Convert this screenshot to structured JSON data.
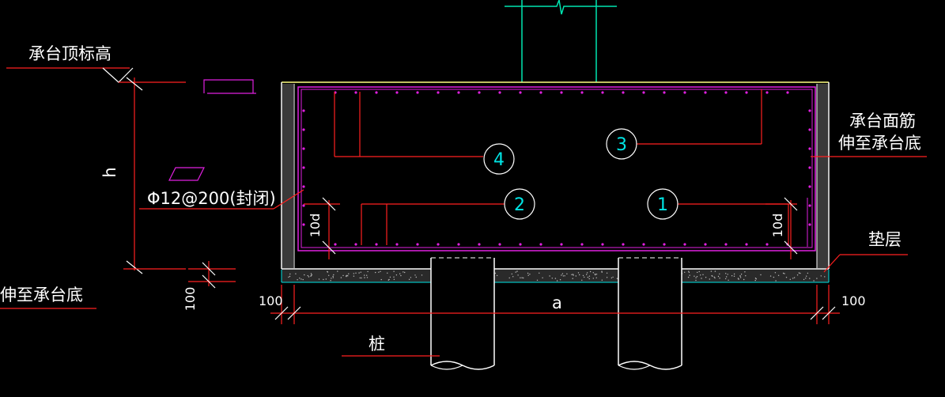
{
  "labels": {
    "top_elevation": "承台顶标高",
    "extend_bottom_left": "伸至承台底",
    "top_bar_line1": "承台面筋",
    "top_bar_line2": "伸至承台底",
    "cushion": "垫层",
    "pile": "桩",
    "stirrup": "Φ12@200(封闭)"
  },
  "dimensions": {
    "height": "h",
    "width": "a",
    "cover_left": "100",
    "cover_right": "100",
    "cushion_thickness": "100",
    "anchor_left": "10d",
    "anchor_right": "10d"
  },
  "markers": {
    "m1": "1",
    "m2": "2",
    "m3": "3",
    "m4": "4"
  },
  "colors": {
    "background": "#000000",
    "concrete_outline": "#ffffff",
    "rebar": "#e020e0",
    "leader": "#ff2020",
    "column": "#00e5b0",
    "cushion": "#00e5e5",
    "top_surface": "#ffff80"
  }
}
